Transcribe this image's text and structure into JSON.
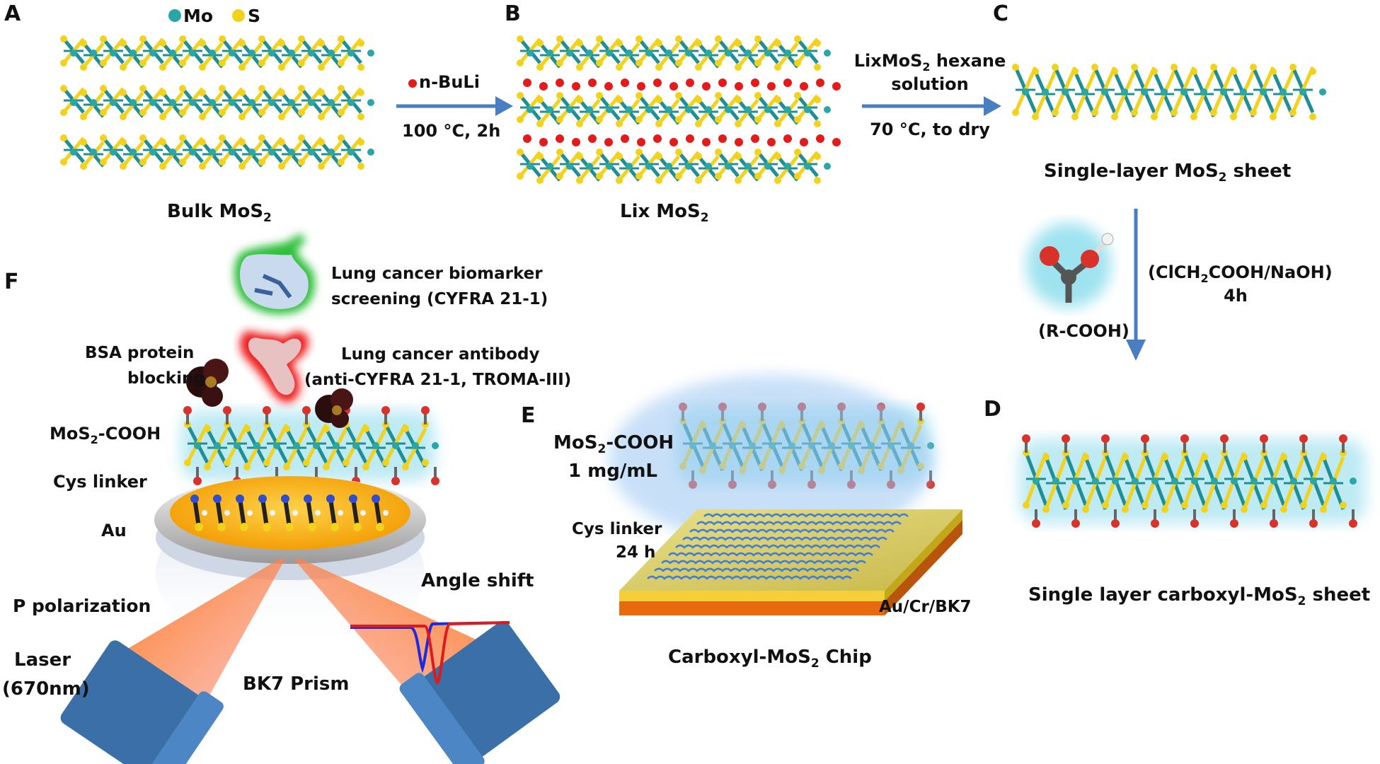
{
  "panels": {
    "A": "A",
    "B": "B",
    "C": "C",
    "D": "D",
    "E": "E",
    "F": "F"
  },
  "legend": {
    "mo": "Mo",
    "s": "S"
  },
  "colors": {
    "mo": "#2aa5a8",
    "s": "#f2d21b",
    "bond_mo": "#1f8f96",
    "li": "#e31b1b",
    "arrow": "#4a7ec2",
    "o_red": "#d9322b",
    "c_gray": "#555555",
    "glow": "#7fd6ea",
    "gold": "#f3b400",
    "prism_blue": "#3b6fa8",
    "laser_red": "#f28b8b",
    "green_glow": "#2fbf3a"
  },
  "step_ab": {
    "reagent": "n-BuLi",
    "condition": "100 °C, 2h"
  },
  "step_bc": {
    "line1": "LixMoS",
    "line1_sub": "2",
    "line1_tail": " hexane",
    "line2": "solution",
    "condition": "70 °C, to dry"
  },
  "step_cd": {
    "reagent_pre": "(ClCH",
    "reagent_sub": "2",
    "reagent_post": "COOH/NaOH)",
    "time": "4h",
    "group": "(R-COOH)"
  },
  "captions": {
    "bulk_pre": "Bulk MoS",
    "bulk_sub": "2",
    "lix_pre": "Lix MoS",
    "lix_sub": "2",
    "single_pre": "Single-layer MoS",
    "single_sub": "2",
    "single_post": " sheet",
    "carboxyl_pre": "Single layer carboxyl-MoS",
    "carboxyl_sub": "2",
    "carboxyl_post": " sheet",
    "chip_pre": "Carboxyl-MoS",
    "chip_sub": "2",
    "chip_post": " Chip"
  },
  "panel_e": {
    "mos2_pre": "MoS",
    "mos2_sub": "2",
    "mos2_post": "-COOH",
    "conc": "1 mg/mL",
    "cys1": "Cys linker",
    "cys2": "24 h",
    "substrate": "Au/Cr/BK7"
  },
  "panel_f": {
    "biomarker1": "Lung cancer biomarker",
    "biomarker2": "screening (CYFRA 21-1)",
    "bsa1": "BSA protein",
    "bsa2": "blocking",
    "antibody1": "Lung cancer antibody",
    "antibody2": "(anti-CYFRA 21-1, TROMA-III)",
    "mos2_pre": "MoS",
    "mos2_sub": "2",
    "mos2_post": "-COOH",
    "cys": "Cys linker",
    "au": "Au",
    "angle": "Angle shift",
    "polar": "P polarization",
    "laser1": "Laser",
    "laser2": "(670nm)",
    "prism": "BK7 Prism"
  }
}
